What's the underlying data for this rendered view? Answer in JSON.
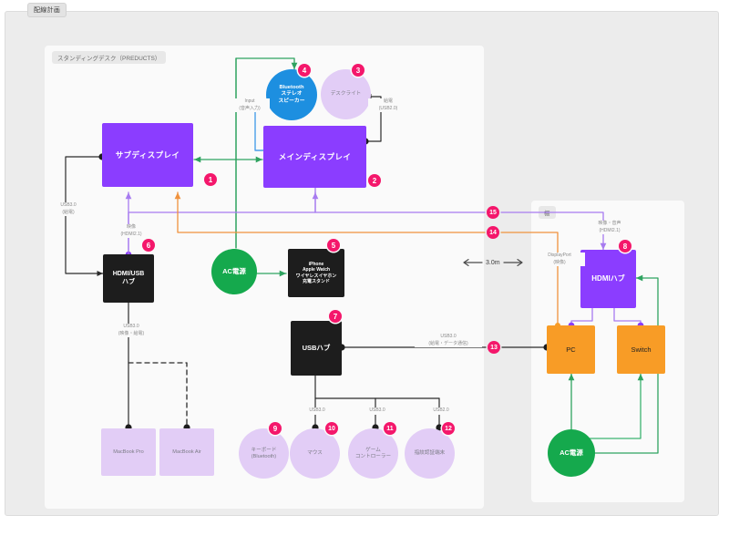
{
  "document": {
    "title": "配線計画"
  },
  "groups": [
    {
      "id": "desk",
      "label": "スタンディングデスク（PREDUCTS）"
    },
    {
      "id": "shelf",
      "label": "棚"
    }
  ],
  "nodes": {
    "sub_display": {
      "label": "サブディスプレイ",
      "badge": "1",
      "color": "#8b3dff",
      "shape": "rect"
    },
    "main_display": {
      "label": "メインディスプレイ",
      "badge": "2",
      "color": "#8b3dff",
      "shape": "rect"
    },
    "desk_light": {
      "label": "デスクライト",
      "badge": "3",
      "color": "#e2cdf6",
      "shape": "circle"
    },
    "bt_speaker": {
      "label": "Bluetooth\nステレオ\nスピーカー",
      "badge": "4",
      "color": "#1d8fe0",
      "shape": "circle"
    },
    "charge_stand": {
      "label": "iPhone\nApple Watch\nワイヤレスイヤホン\n充電スタンド",
      "badge": "5",
      "color": "#1d1d1d",
      "shape": "rect"
    },
    "hdmi_usb_hub": {
      "label": "HDMI/USB\nハブ",
      "badge": "6",
      "color": "#1d1d1d",
      "shape": "rect"
    },
    "usb_hub": {
      "label": "USBハブ",
      "badge": "7",
      "color": "#1d1d1d",
      "shape": "rect"
    },
    "hdmi_hub": {
      "label": "HDMIハブ",
      "badge": "8",
      "color": "#8b3dff",
      "shape": "rect"
    },
    "keyboard": {
      "label": "キーボード\n(Bluetooth)",
      "badge": "9",
      "color": "#e2cdf6",
      "shape": "circle"
    },
    "mouse": {
      "label": "マウス",
      "badge": "10",
      "color": "#e2cdf6",
      "shape": "circle"
    },
    "game_controller": {
      "label": "ゲーム\nコントローラー",
      "badge": "11",
      "color": "#e2cdf6",
      "shape": "circle"
    },
    "fingerprint": {
      "label": "指紋認証端末",
      "badge": "12",
      "color": "#e2cdf6",
      "shape": "circle"
    },
    "ac_power_desk": {
      "label": "AC電源",
      "badge": "",
      "color": "#15a94d",
      "shape": "circle"
    },
    "ac_power_shelf": {
      "label": "AC電源",
      "badge": "",
      "color": "#15a94d",
      "shape": "circle"
    },
    "macbook_pro": {
      "label": "MacBook Pro",
      "badge": "",
      "color": "#e2cdf6",
      "shape": "rect"
    },
    "macbook_air": {
      "label": "MacBook Air",
      "badge": "",
      "color": "#e2cdf6",
      "shape": "rect"
    },
    "pc": {
      "label": "PC",
      "badge": "",
      "color": "#f89c26",
      "shape": "rect"
    },
    "switch": {
      "label": "Switch",
      "badge": "",
      "color": "#f89c26",
      "shape": "rect"
    }
  },
  "cables": {
    "input_audio": "Input\n(音声入力)",
    "charge_usb2": "給電\n(USB2.0)",
    "usb3_power_left": "USB3.0\n(給電)",
    "video_hdmi21": "映像\n(HDMI2.1)",
    "usb3_video_power": "USB3.0\n(映像・給電)",
    "usb3_mouse": "USB3.0",
    "usb3_controller": "USB3.0",
    "usb2_fingerprint": "USB2.0",
    "usb3_data": "USB3.0\n(給電・データ通信)",
    "video_audio_hdmi": "映像・音声\n(HDMI2.1)",
    "displayport": "DisplayPort\n(映像)"
  },
  "inline_badges": {
    "b13": "13",
    "b14": "14",
    "b15": "15"
  },
  "distance": {
    "value": "3.0m",
    "left_arrow": "arrow-left-icon",
    "right_arrow": "arrow-right-icon"
  },
  "palette": {
    "accent_badge": "#f4176b",
    "display_purple": "#8b3dff",
    "lilac": "#e2cdf6",
    "orange": "#f89c26",
    "green": "#15a94d",
    "blue": "#1d8fe0",
    "black": "#1d1d1d",
    "wire_power_green": "#2fa360",
    "wire_video_purple": "#a77bf0",
    "wire_orange": "#f0923d",
    "wire_black": "#2b2b2b",
    "wire_blue": "#4a9ee8"
  }
}
